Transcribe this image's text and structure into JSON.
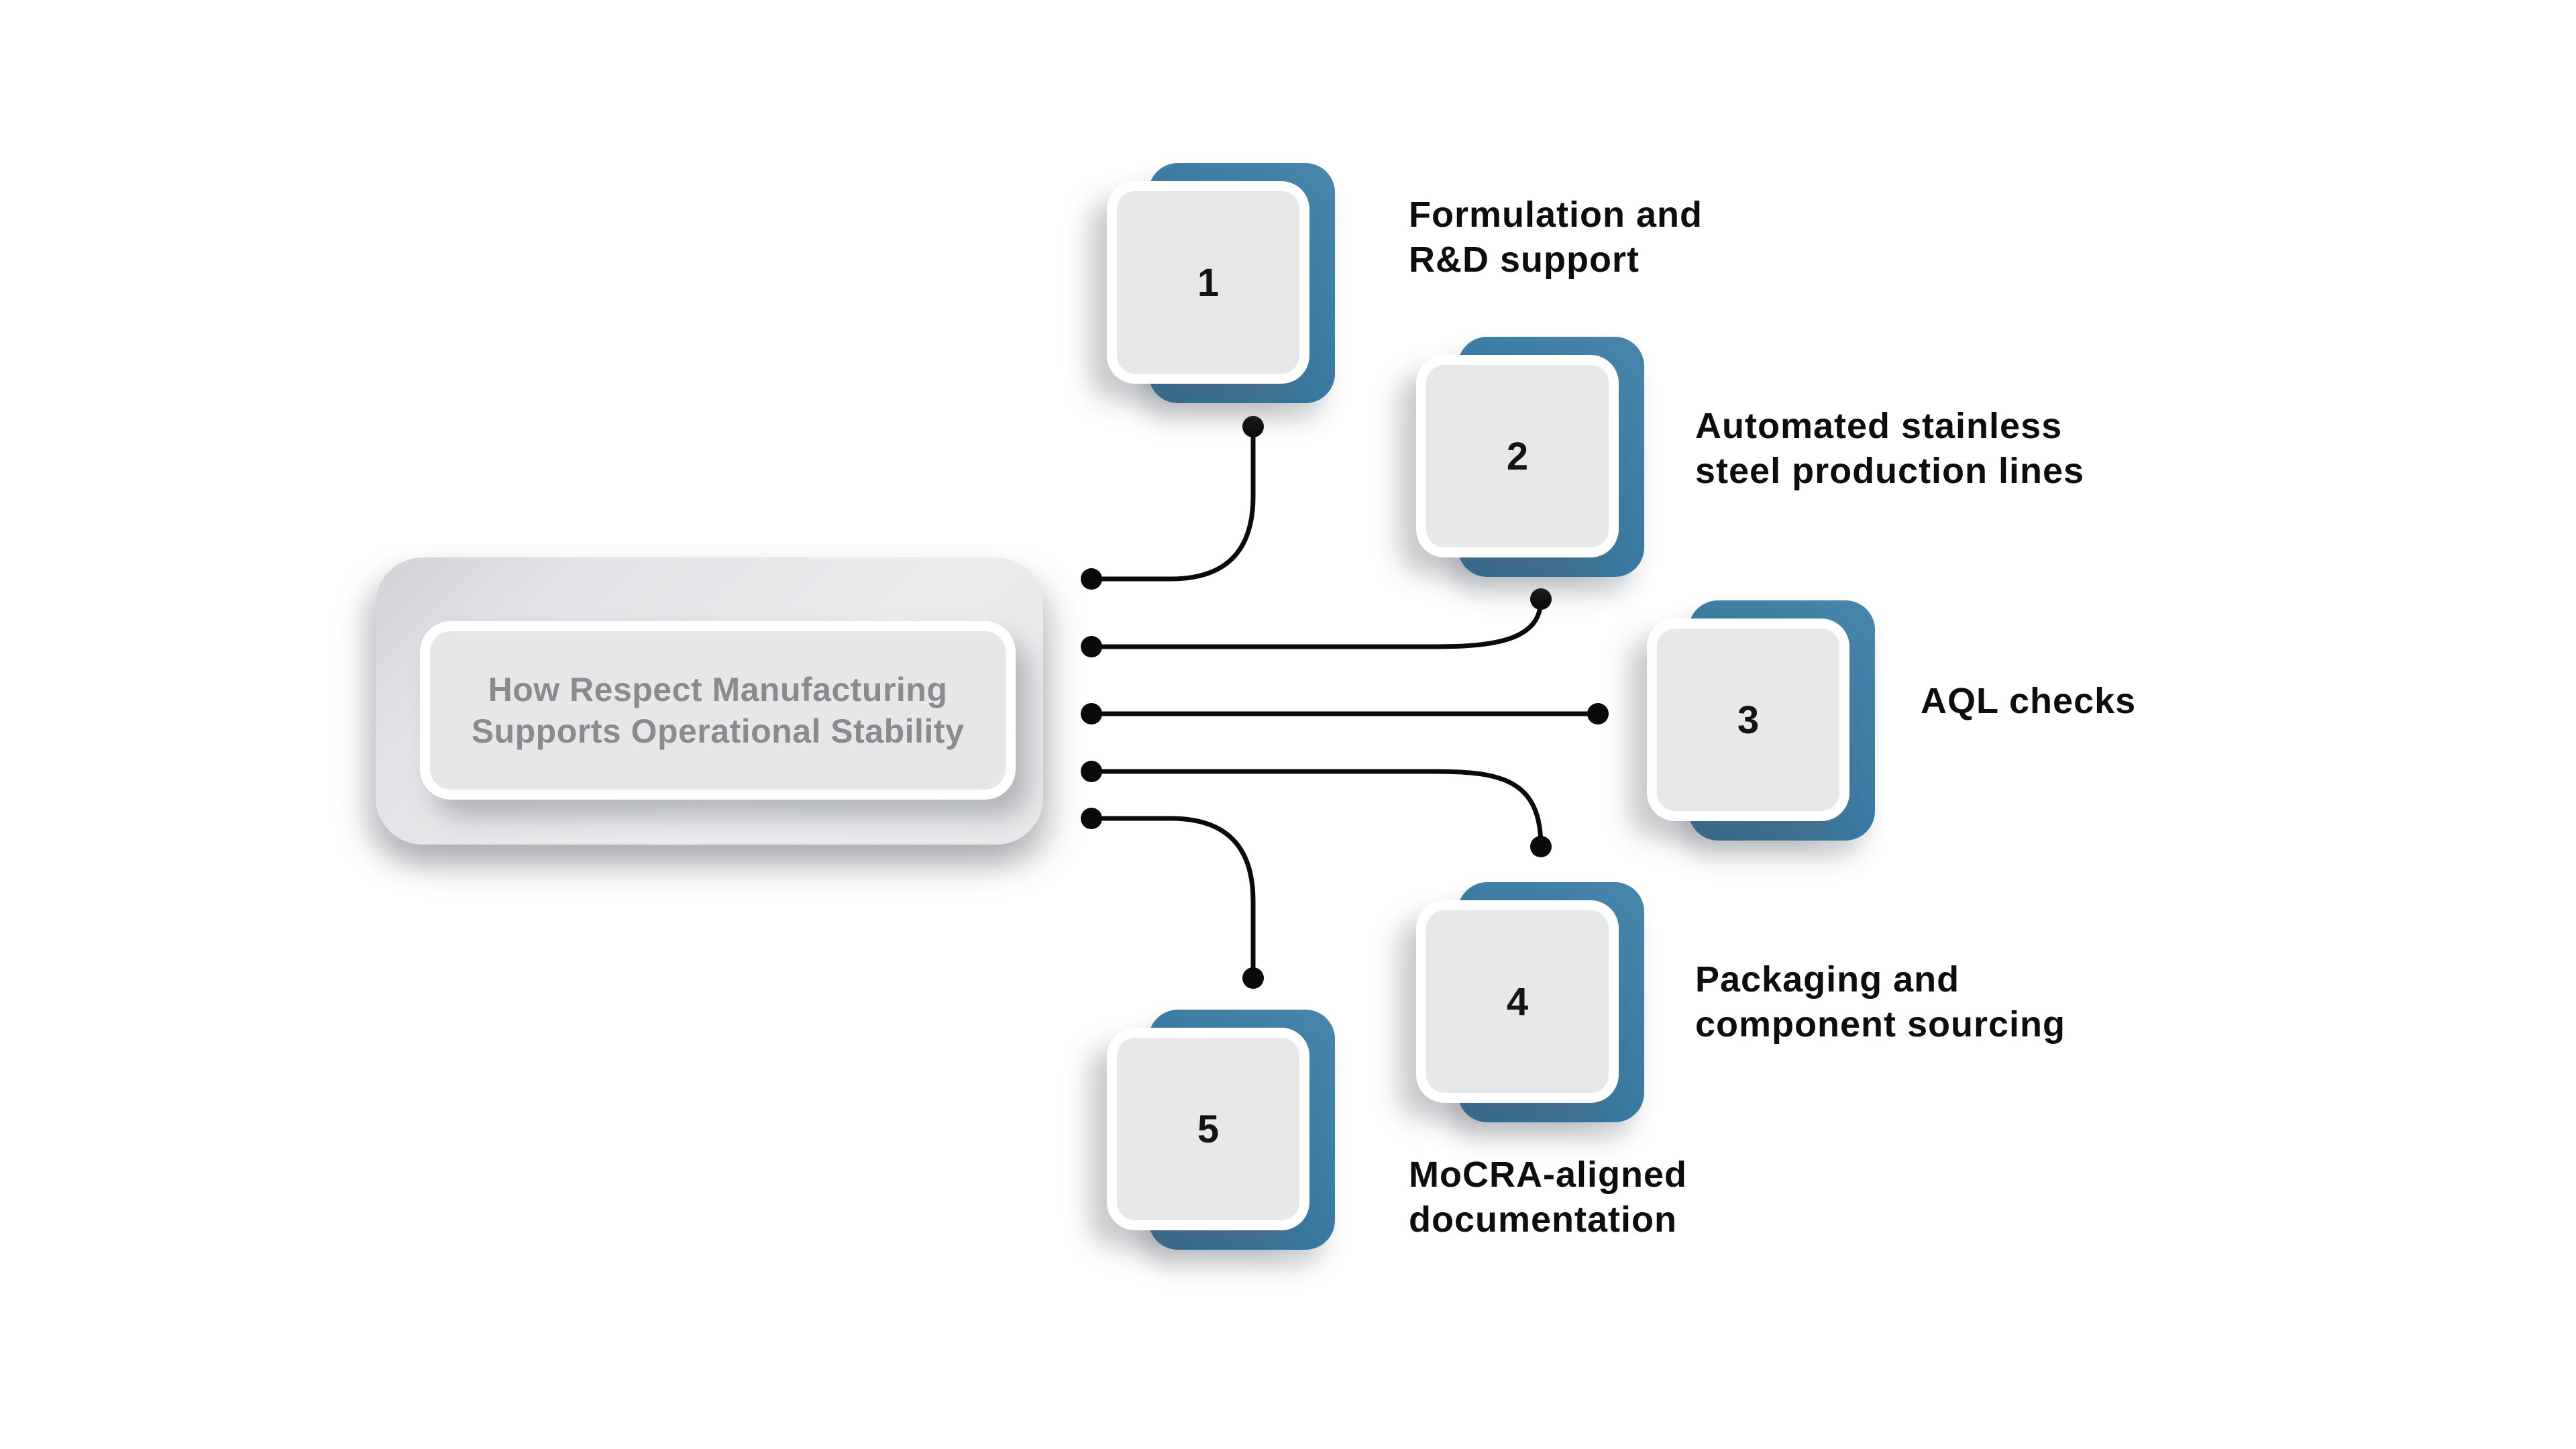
{
  "center": {
    "title": "How Respect Manufacturing\nSupports Operational Stability"
  },
  "items": [
    {
      "number": "1",
      "label": "Formulation and\nR&D support"
    },
    {
      "number": "2",
      "label": "Automated stainless\nsteel production lines"
    },
    {
      "number": "3",
      "label": "AQL checks"
    },
    {
      "number": "4",
      "label": "Packaging and\ncomponent sourcing"
    },
    {
      "number": "5",
      "label": "MoCRA-aligned\ndocumentation"
    }
  ],
  "colors": {
    "background": "#ffffff",
    "accent_teal": "#3d7ca2",
    "accent_teal_dark": "#2c6a90",
    "card_gray": "#e7e8ea",
    "card_border_white": "#ffffff",
    "center_title_gray": "#8a8b8e",
    "connector_black": "#0a0a0a",
    "label_black": "#0d0d0d"
  }
}
